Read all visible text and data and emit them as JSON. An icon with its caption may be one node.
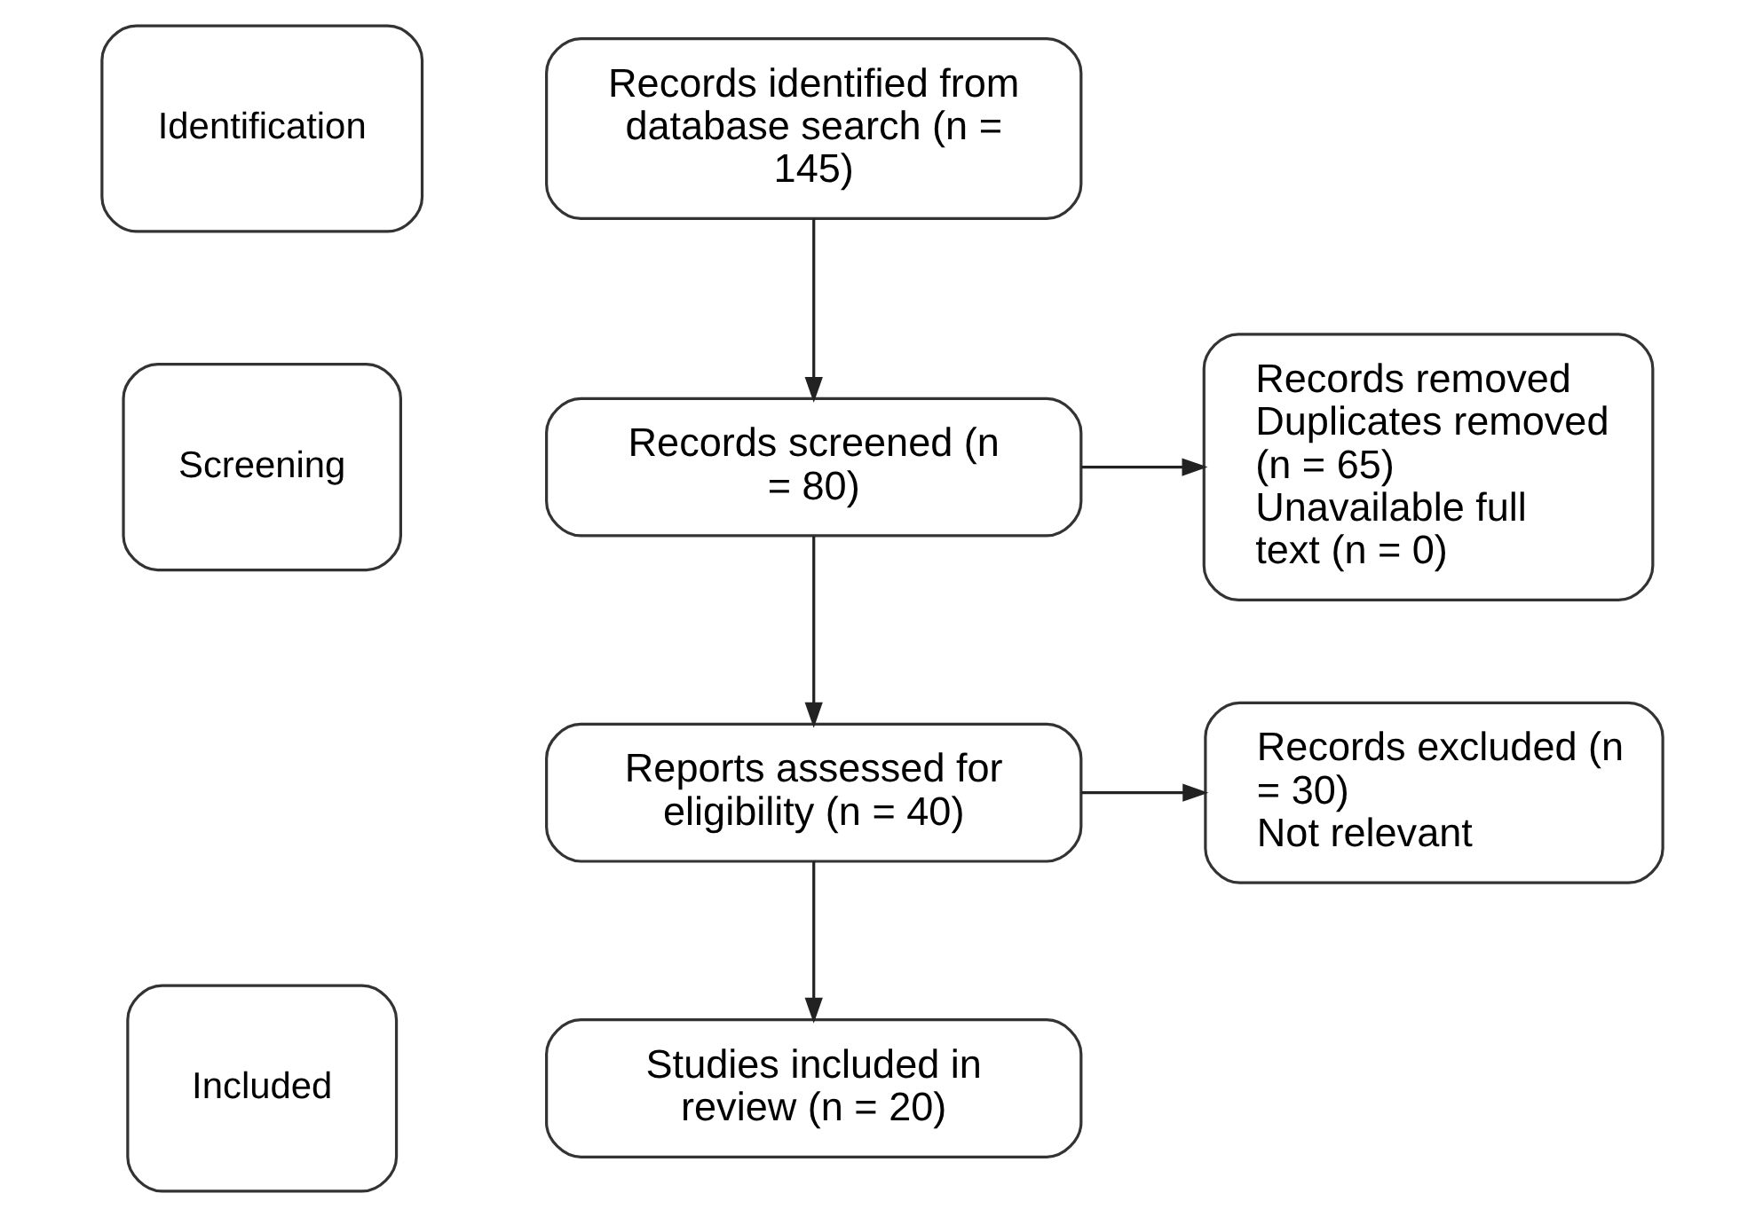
{
  "diagram": {
    "nodes": [
      {
        "text": [
          "Identification"
        ]
      },
      {
        "text": [
          "Screening"
        ]
      },
      {
        "text": [
          "Included"
        ]
      },
      {
        "text": [
          "Records identified from database search (n = 145)"
        ]
      },
      {
        "text": [
          "Records screened (n = 80)"
        ]
      },
      {
        "text": [
          "Records removed",
          "Duplicates removed (n = 65)",
          "Unavailable full text (n = 0)"
        ]
      },
      {
        "text": [
          "Reports assessed for eligibility (n = 40)"
        ]
      },
      {
        "text": [
          "Records excluded (n = 30)",
          "Not relevant"
        ]
      },
      {
        "text": [
          "Studies included in review (n = 20)"
        ]
      }
    ],
    "edges": [
      {
        "from": 3,
        "to": 4,
        "arrow": "to"
      },
      {
        "from": 4,
        "to": 5,
        "arrow": "to"
      },
      {
        "from": 4,
        "to": 6,
        "arrow": "to"
      },
      {
        "from": 6,
        "to": 7,
        "arrow": "to"
      },
      {
        "from": 6,
        "to": 8,
        "arrow": "to"
      }
    ]
  }
}
